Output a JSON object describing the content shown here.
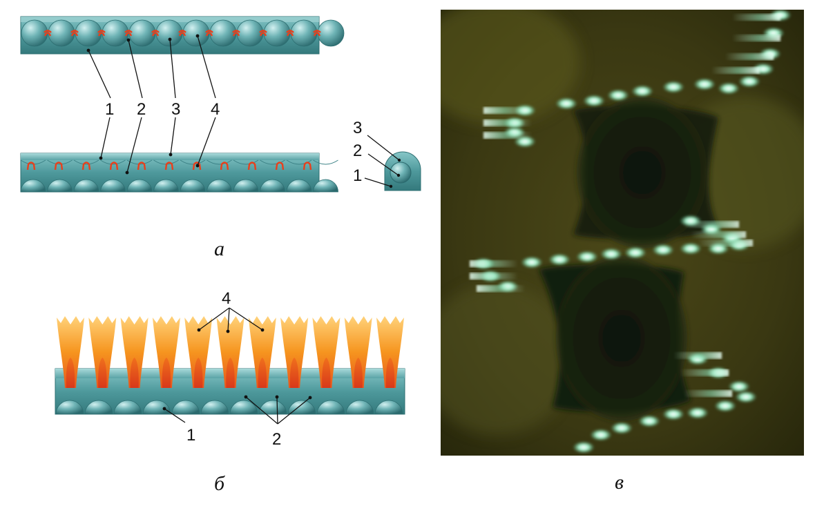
{
  "panel_a": {
    "caption": "а",
    "callouts": [
      "1",
      "2",
      "3",
      "4"
    ],
    "cross_section_callouts": [
      "3",
      "2",
      "1"
    ]
  },
  "panel_b": {
    "caption": "б",
    "callout_top": "4",
    "callout_bottom_left": "1",
    "callout_bottom_right": "2"
  },
  "panel_v": {
    "caption": "в"
  },
  "colors": {
    "tube_fill": "#5aa5a8",
    "tube_dark": "#2f7478",
    "tube_light": "#9fd3d3",
    "sphere_light": "#cdeeee",
    "resonator_red": "#e8401c",
    "plasma_orange": "#f39a1e",
    "photo_bg": "#3f3d14",
    "photo_glow": "#9fd6b0"
  }
}
